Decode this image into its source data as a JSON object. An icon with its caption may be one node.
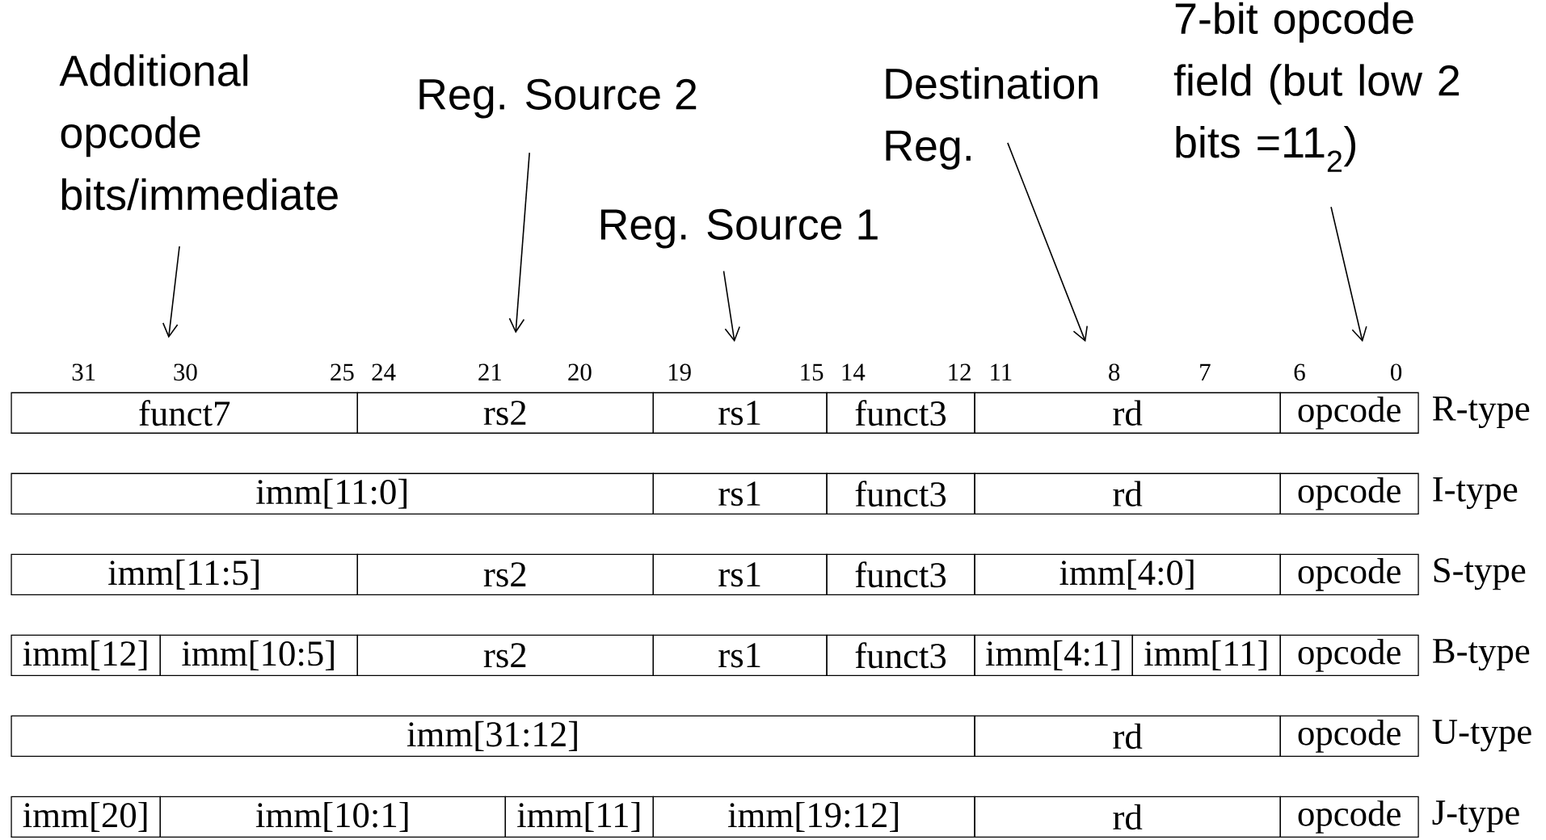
{
  "diagram": {
    "nodes": [
      {
        "text": [
          "Additional opcode bits/immediate"
        ]
      },
      {
        "text": [
          "Reg. Source 2"
        ]
      },
      {
        "text": [
          "Reg. Source 1"
        ]
      },
      {
        "text": [
          "Destination Reg."
        ]
      },
      {
        "text": [
          "7-bit opcode field (but low 2 bits =11$_{2}$)"
        ]
      },
      {
        "text": [
          "funct7"
        ]
      },
      {
        "text": [
          "rs2"
        ]
      },
      {
        "text": [
          "rs1"
        ]
      },
      {
        "text": [
          "funct3"
        ]
      },
      {
        "text": [
          "rd"
        ]
      },
      {
        "text": [
          "opcode"
        ]
      },
      {
        "text": [
          "imm[11:0]"
        ]
      },
      {
        "text": [
          "rs1"
        ]
      },
      {
        "text": [
          "funct3"
        ]
      },
      {
        "text": [
          "rd"
        ]
      },
      {
        "text": [
          "opcode"
        ]
      },
      {
        "text": [
          "imm[11:5]"
        ]
      },
      {
        "text": [
          "rs2"
        ]
      },
      {
        "text": [
          "rs1"
        ]
      },
      {
        "text": [
          "funct3"
        ]
      },
      {
        "text": [
          "imm[4:0]"
        ]
      },
      {
        "text": [
          "opcode"
        ]
      },
      {
        "text": [
          "imm[12]"
        ]
      },
      {
        "text": [
          "imm[10:5]"
        ]
      },
      {
        "text": [
          "rs2"
        ]
      },
      {
        "text": [
          "rs1"
        ]
      },
      {
        "text": [
          "funct3"
        ]
      },
      {
        "text": [
          "imm[4:1]"
        ]
      },
      {
        "text": [
          "imm[11]"
        ]
      },
      {
        "text": [
          "opcode"
        ]
      },
      {
        "text": [
          "imm[31:12]"
        ]
      },
      {
        "text": [
          "rd"
        ]
      },
      {
        "text": [
          "opcode"
        ]
      },
      {
        "text": [
          "imm[20]"
        ]
      },
      {
        "text": [
          "imm[10:1]"
        ]
      },
      {
        "text": [
          "imm[11]"
        ]
      },
      {
        "text": [
          "imm[19:12]"
        ]
      },
      {
        "text": [
          "rd"
        ]
      },
      {
        "text": [
          "opcode"
        ]
      }
    ],
    "edges": [
      {
        "from": 0,
        "to": null,
        "arrow": "to"
      },
      {
        "from": 1,
        "to": null,
        "arrow": "to"
      },
      {
        "from": 2,
        "to": null,
        "arrow": "to"
      },
      {
        "from": 3,
        "to": null,
        "arrow": "to"
      },
      {
        "from": 4,
        "to": null,
        "arrow": "to"
      }
    ],
    "labels": [
      "31",
      "30",
      "25",
      "24",
      "21",
      "20",
      "19",
      "15",
      "14",
      "12",
      "11",
      "8",
      "7",
      "6",
      "0",
      "R-type",
      "I-type",
      "S-type",
      "B-type",
      "U-type",
      "J-type"
    ]
  }
}
